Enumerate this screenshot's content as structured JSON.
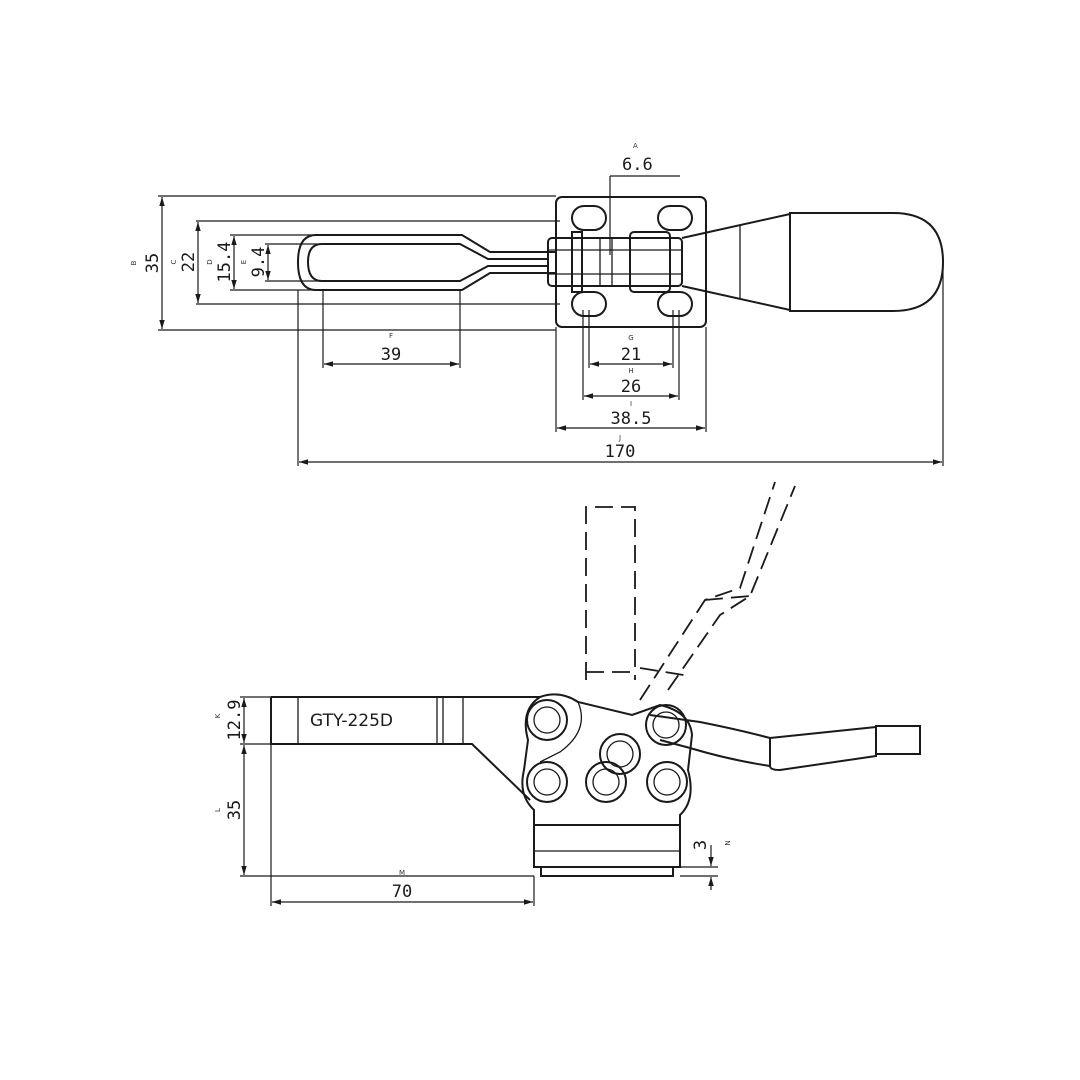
{
  "model_label": "GTY-225D",
  "dimensions": {
    "A": {
      "letter": "A",
      "value": "6.6"
    },
    "B": {
      "letter": "B",
      "value": "35"
    },
    "C": {
      "letter": "C",
      "value": "22"
    },
    "D": {
      "letter": "D",
      "value": "15.4"
    },
    "E": {
      "letter": "E",
      "value": "9.4"
    },
    "F": {
      "letter": "F",
      "value": "39"
    },
    "G": {
      "letter": "G",
      "value": "21"
    },
    "H": {
      "letter": "H",
      "value": "26"
    },
    "I": {
      "letter": "I",
      "value": "38.5"
    },
    "J": {
      "letter": "J",
      "value": "170"
    },
    "K": {
      "letter": "K",
      "value": "12.9"
    },
    "L": {
      "letter": "L",
      "value": "35"
    },
    "M": {
      "letter": "M",
      "value": "70"
    },
    "N": {
      "letter": "N",
      "value": "3"
    }
  }
}
